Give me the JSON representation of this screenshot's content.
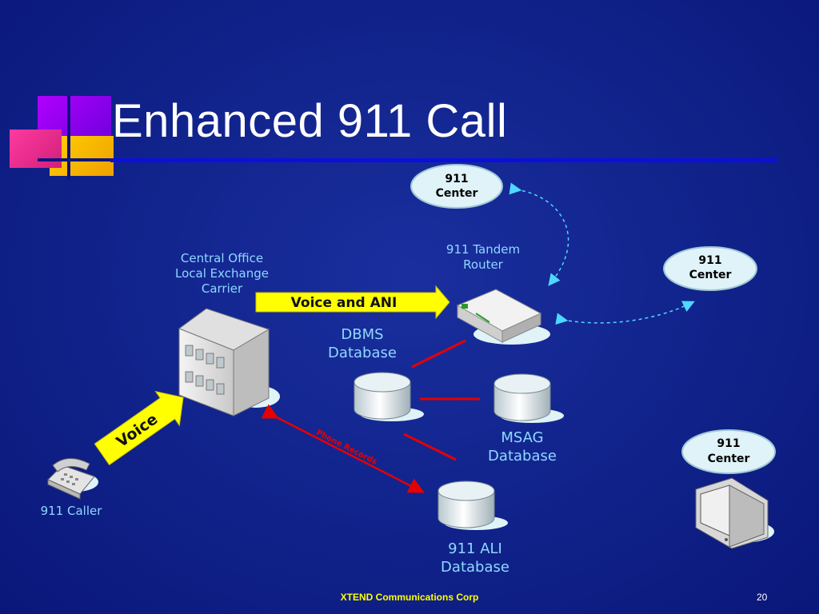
{
  "slide": {
    "title": "Enhanced 911 Call",
    "footer": "XTEND Communications Corp",
    "page_number": "20"
  },
  "nodes": {
    "center_top": "911\nCenter",
    "center_right": "911\nCenter",
    "center_bottom": "911\nCenter",
    "tandem_router": "911 Tandem\nRouter",
    "central_office": "Central Office\nLocal Exchange\nCarrier",
    "dbms": "DBMS\nDatabase",
    "msag": "MSAG\nDatabase",
    "ali": "911 ALI\nDatabase",
    "caller": "911 Caller"
  },
  "arrows": {
    "voice_ani": "Voice and ANI",
    "voice": "Voice",
    "phone_records": "Phone Records"
  },
  "colors": {
    "label_text": "#8fd8ff",
    "arrow_fill": "#ffff00",
    "connector_red": "#e60000",
    "ellipse_fill": "#dff3f8"
  }
}
